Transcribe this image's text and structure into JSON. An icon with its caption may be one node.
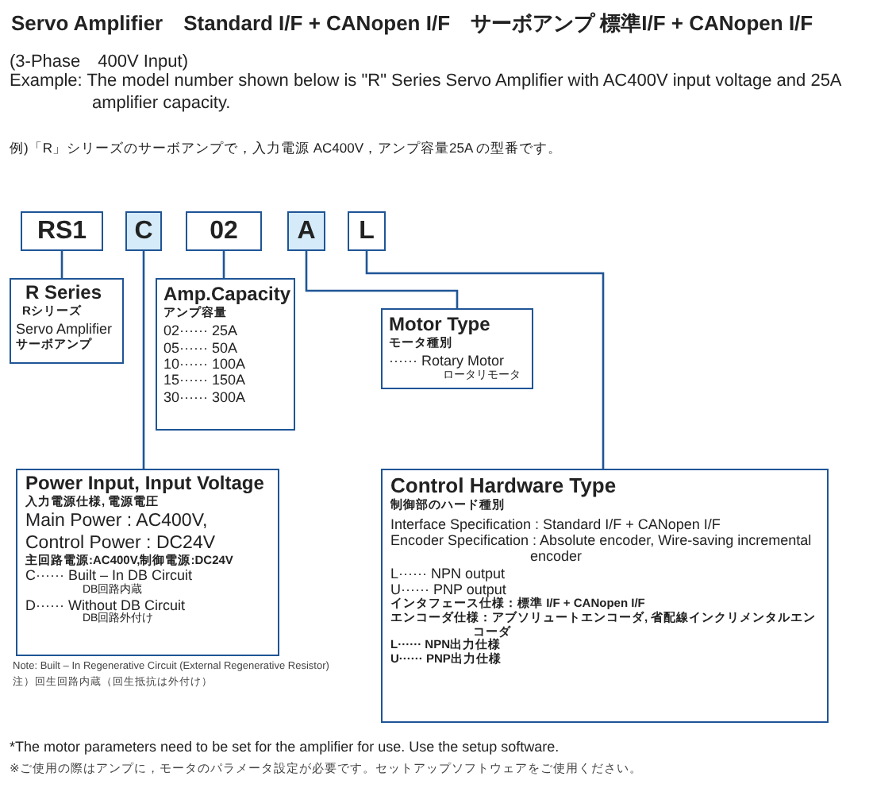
{
  "diagram": {
    "title": "Servo Amplifier　Standard I/F + CANopen I/F　サーボアンプ 標準I/F + CANopen I/F",
    "nodes": [
      {
        "text": [
          "RS1"
        ]
      },
      {
        "text": [
          "C"
        ]
      },
      {
        "text": [
          "02"
        ]
      },
      {
        "text": [
          "A"
        ]
      },
      {
        "text": [
          "L"
        ]
      },
      {
        "text": [
          "R Series",
          "Rシリーズ",
          "Servo Amplifier",
          "サーボアンプ"
        ]
      },
      {
        "text": [
          "Amp.Capacity",
          "アンプ容量",
          "02······ 25A",
          "05······ 50A",
          "10······ 100A",
          "15······ 150A",
          "30······ 300A"
        ]
      },
      {
        "text": [
          "Motor Type",
          "モータ種別",
          "······ Rotary Motor",
          "ロータリモータ"
        ]
      },
      {
        "text": [
          "Power Input, Input Voltage",
          "入力電源仕様, 電源電圧",
          "Main Power : AC400V, Control Power : DC24V",
          "主回路電源:AC400V,制御電源:DC24V",
          "C······ Built – In DB Circuit",
          "DB回路内蔵",
          "D······ Without DB Circuit",
          "DB回路外付け"
        ],
        "beside": [
          "Note: Built – In Regenerative Circuit (External Regenerative Resistor)",
          "注）回生回路内蔵（回生抵抗は外付け）"
        ]
      },
      {
        "text": [
          "Control Hardware Type",
          "制御部のハード種別",
          "Interface Specification : Standard I/F + CANopen I/F",
          "Encoder Specification : Absolute encoder, Wire-saving incremental encoder",
          "L······ NPN output",
          "U······ PNP output",
          "インタフェース仕様：標準 I/F + CANopen I/F",
          "エンコーダ仕様：アブソリュートエンコーダ, 省配線インクリメンタルエンコーダ",
          "L······ NPN出力仕様",
          "U······ PNP出力仕様"
        ]
      }
    ],
    "edges": [
      {
        "from": 0,
        "to": 5,
        "arrow": "none"
      },
      {
        "from": 1,
        "to": 8,
        "arrow": "none"
      },
      {
        "from": 2,
        "to": 6,
        "arrow": "none"
      },
      {
        "from": 3,
        "to": 7,
        "arrow": "none"
      },
      {
        "from": 4,
        "to": 9,
        "arrow": "none"
      }
    ],
    "labels": [
      "(3-Phase　400V Input)",
      "Example: The model number shown below is \"R\" Series Servo Amplifier with AC400V input voltage and 25A amplifier capacity.",
      "例)「R」シリーズのサーボアンプで，入力電源 AC400V，アンプ容量25A の型番です。",
      "*The motor parameters need to be set for the amplifier for use. Use the setup software.",
      "※ご使用の際はアンプに，モータのパラメータ設定が必要です。セットアップソフトウェアをご使用ください。"
    ]
  }
}
